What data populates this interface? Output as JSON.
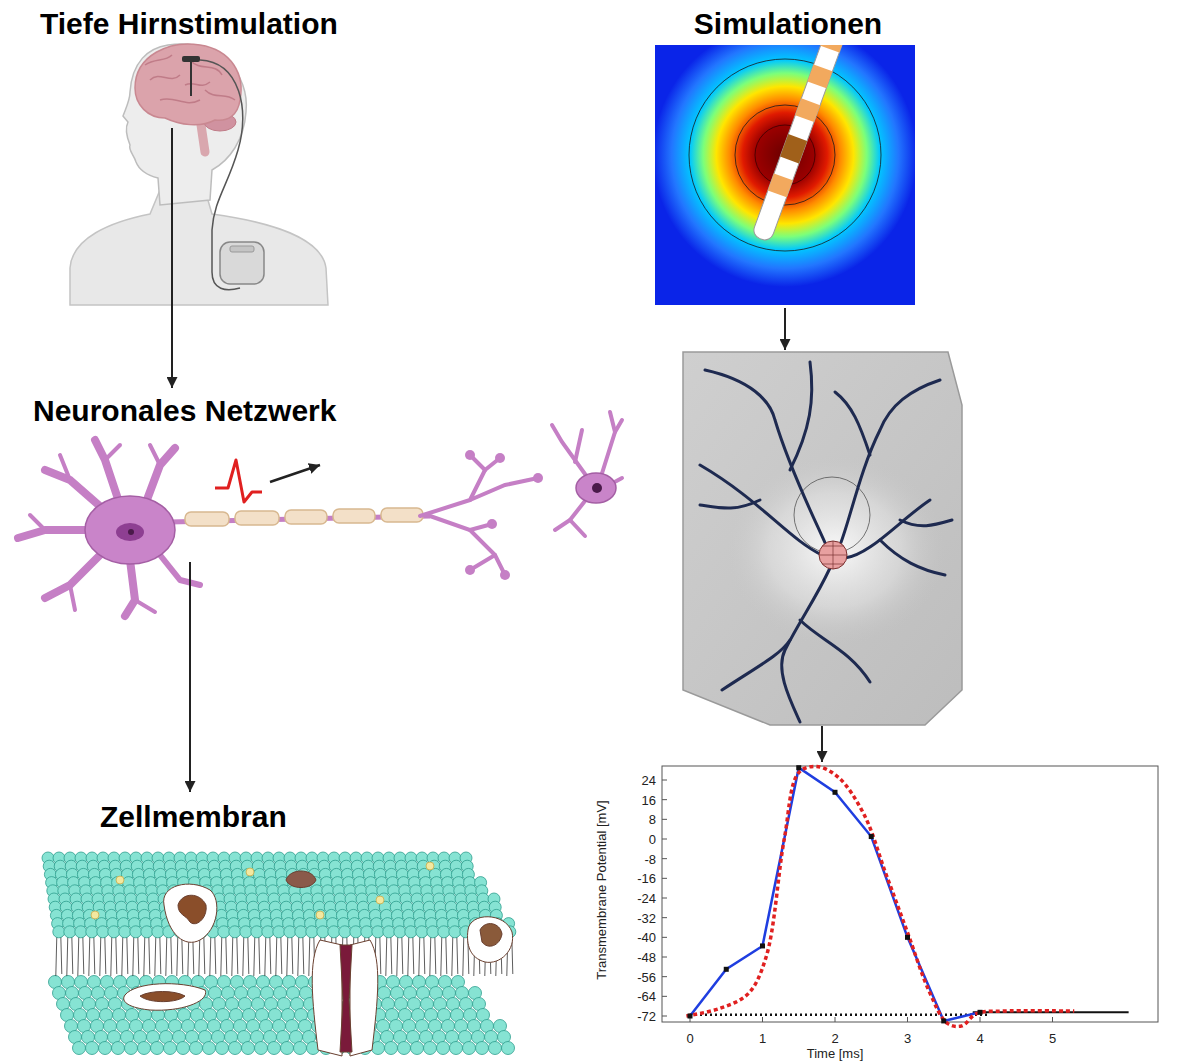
{
  "diagram": {
    "nodes": [
      {
        "text": [
          "Tiefe Hirnstimulation"
        ]
      },
      {
        "text": [
          "Simulationen"
        ]
      },
      {
        "text": [
          "Neuronales Netzwerk"
        ]
      },
      {
        "text": [
          "Zellmembran"
        ]
      }
    ],
    "edges": [
      {
        "from": 0,
        "to": 2,
        "arrow": "to"
      },
      {
        "from": 2,
        "to": 3,
        "arrow": "to"
      }
    ],
    "labels": [
      "24",
      "16",
      "8",
      "0",
      "-8",
      "-16",
      "-24",
      "-32",
      "-40",
      "-48",
      "-56",
      "-64",
      "-72",
      "0",
      "1",
      "2",
      "3",
      "4",
      "5",
      "Transmembrane Potential [mV]",
      "Time [ms]"
    ]
  }
}
